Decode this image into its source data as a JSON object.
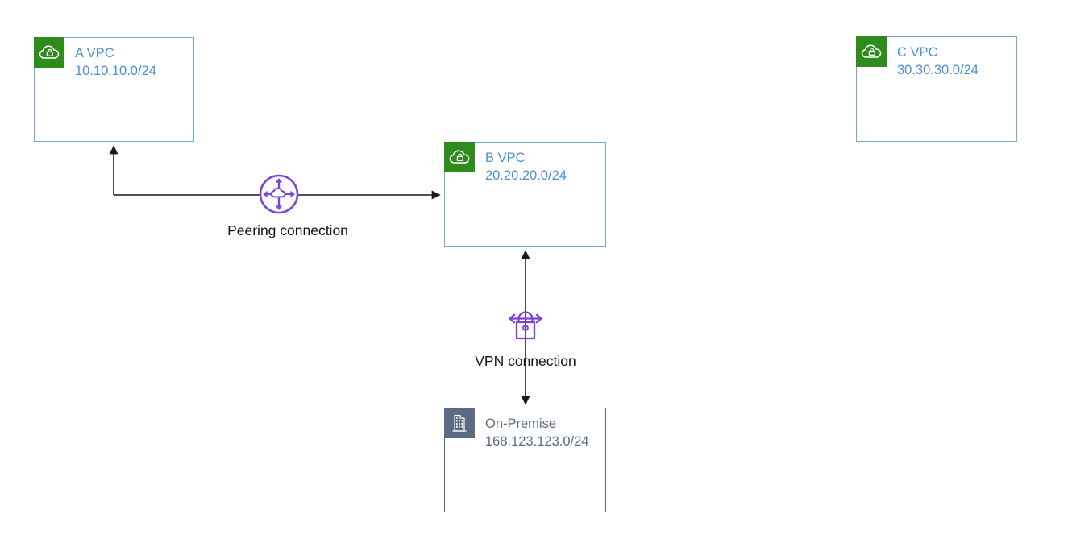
{
  "nodes": [
    {
      "id": "a-vpc",
      "type": "vpc",
      "label": "A VPC",
      "cidr": "10.10.10.0/24",
      "icon": "vpc-cloud-lock-icon"
    },
    {
      "id": "b-vpc",
      "type": "vpc",
      "label": "B VPC",
      "cidr": "20.20.20.0/24",
      "icon": "vpc-cloud-lock-icon"
    },
    {
      "id": "c-vpc",
      "type": "vpc",
      "label": "C VPC",
      "cidr": "30.30.30.0/24",
      "icon": "vpc-cloud-lock-icon"
    },
    {
      "id": "on-premise",
      "type": "on-premise",
      "label": "On-Premise",
      "cidr": "168.123.123.0/24",
      "icon": "building-icon"
    }
  ],
  "connections": [
    {
      "id": "peering",
      "label": "Peering connection",
      "icon": "vpc-peering-icon",
      "from": "a-vpc",
      "to": "b-vpc",
      "shape": "elbow",
      "direction": "bidirectional"
    },
    {
      "id": "vpn",
      "label": "VPN connection",
      "icon": "vpn-lock-icon",
      "from": "b-vpc",
      "to": "on-premise",
      "shape": "straight",
      "direction": "bidirectional"
    }
  ],
  "colors": {
    "background": "#FFFFFF",
    "vpc_border": "#71A8D7",
    "vpc_text": "#4A90D4",
    "vpc_icon_bg": "#2E8B1E",
    "onprem_border": "#566576",
    "onprem_text": "#5A6B82",
    "onprem_icon_bg": "#5A6B82",
    "connection_icon_purple": "#7C42DB",
    "connector_line": "#1A1A1A"
  }
}
